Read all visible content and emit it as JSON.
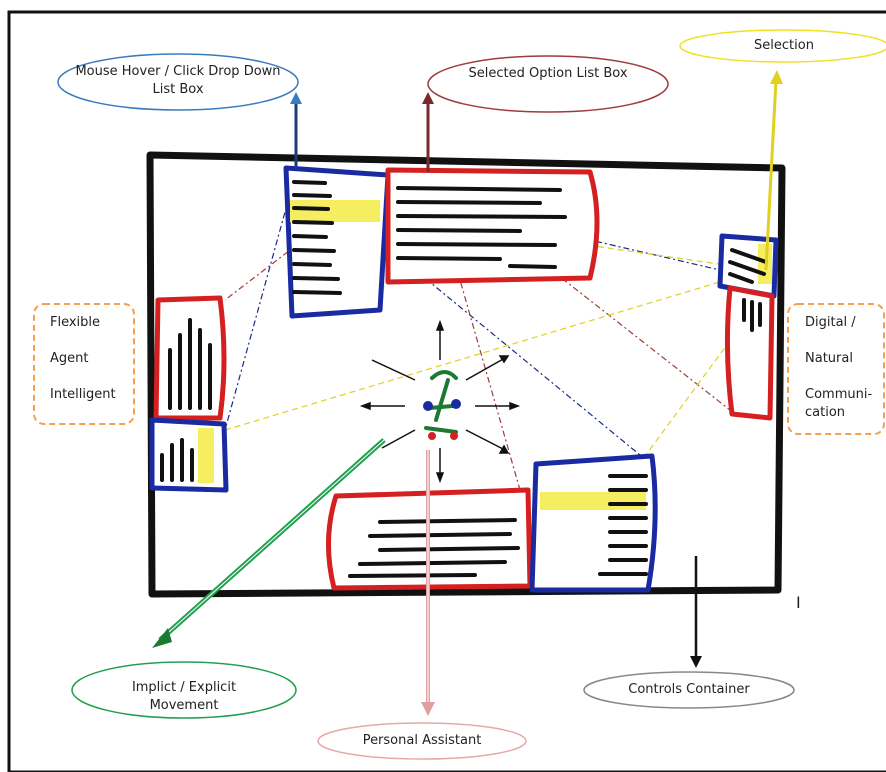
{
  "callouts": {
    "mouse_hover": "Mouse Hover / Click Drop Down List Box",
    "selected_option": "Selected Option List Box",
    "selection": "Selection",
    "implicit_explicit": "Implict / Explicit Movement",
    "personal_assistant": "Personal Assistant",
    "controls_container": "Controls Container"
  },
  "left_box": {
    "line1": "Flexible",
    "line2": "Agent",
    "line3": "Intelligent"
  },
  "right_box": {
    "line1": "Digital /",
    "line2": "Natural",
    "line3": "Communi-",
    "line4": "cation"
  },
  "cursor_mark": "I",
  "colors": {
    "mouse_hover_callout": "#3a7bbf",
    "selected_option_callout": "#9e3b3b",
    "selection_callout": "#f0e020",
    "implicit_explicit_callout": "#22a050",
    "personal_assistant_callout": "#e8a8a8",
    "controls_container_callout": "#888888",
    "side_boxes": "#f5a050",
    "panel_red": "#d42020",
    "panel_blue": "#1a2aa0",
    "highlight_yellow": "#f4ee60"
  }
}
